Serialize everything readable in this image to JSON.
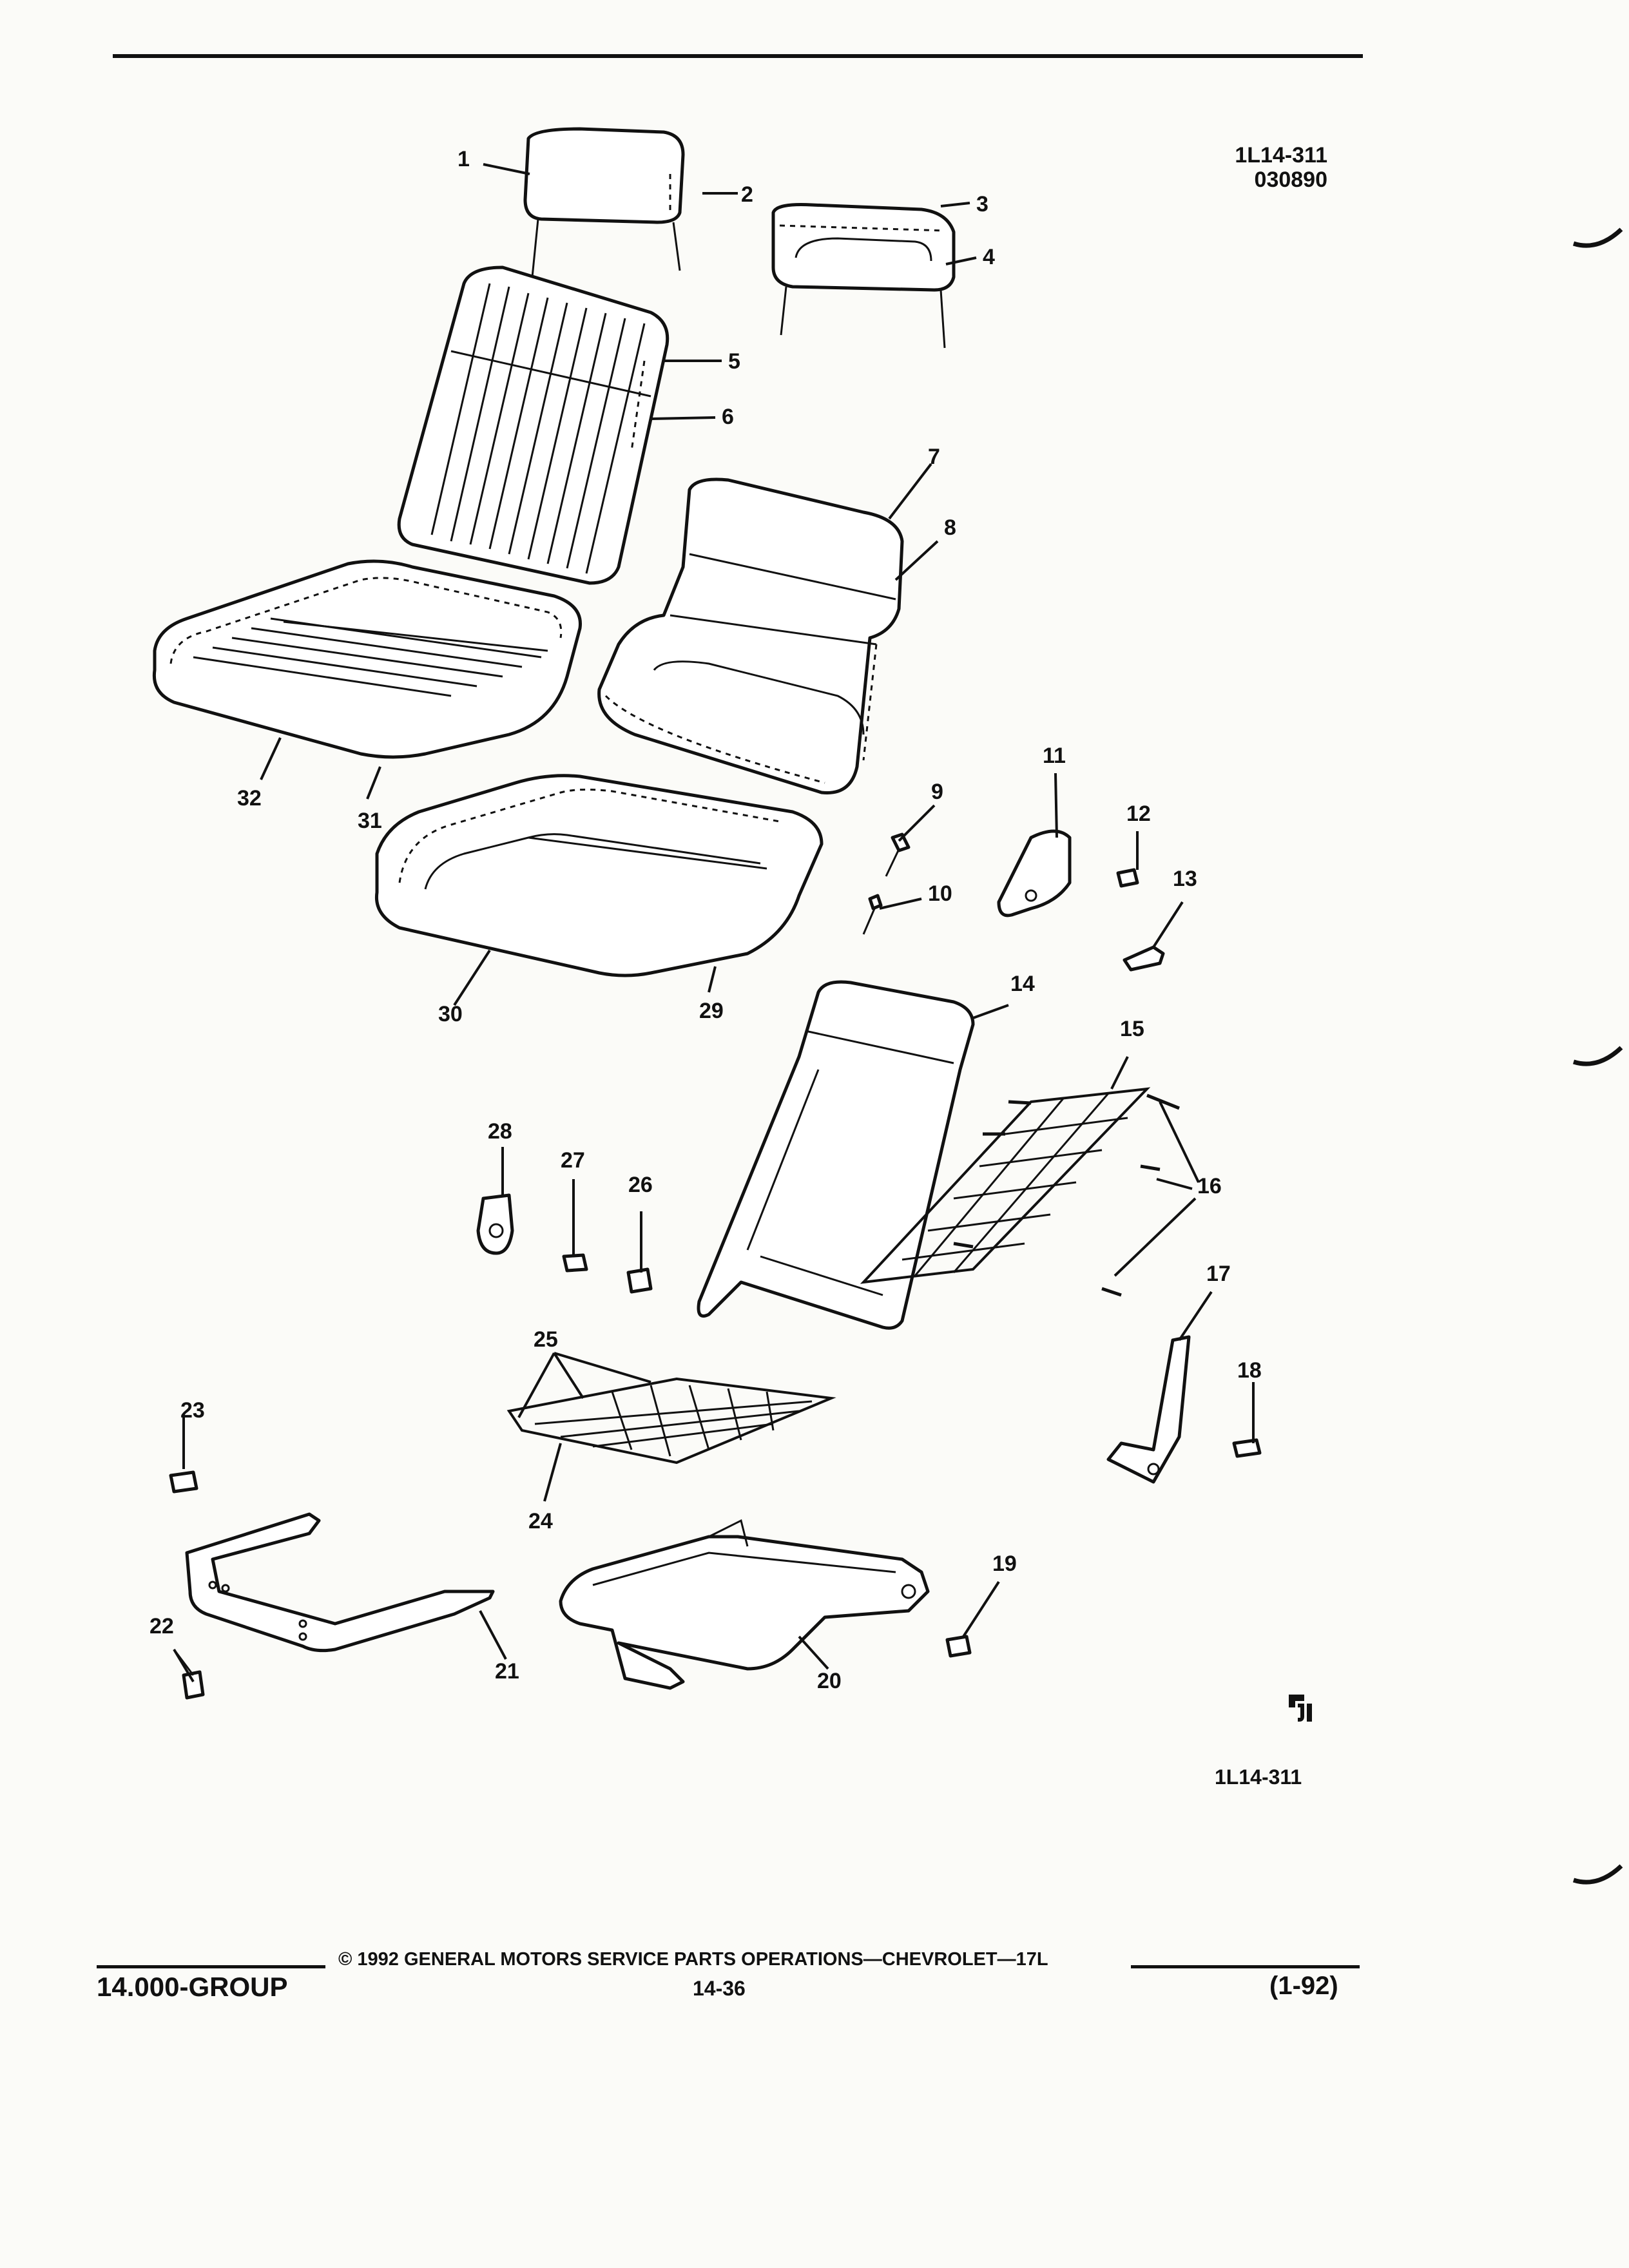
{
  "header": {
    "illustration_code": "1L14-311",
    "date_code": "030890"
  },
  "diagram": {
    "callouts": [
      "1",
      "2",
      "3",
      "4",
      "5",
      "6",
      "7",
      "8",
      "9",
      "10",
      "11",
      "12",
      "13",
      "14",
      "15",
      "16",
      "17",
      "18",
      "19",
      "20",
      "21",
      "22",
      "23",
      "24",
      "25",
      "26",
      "27",
      "28",
      "29",
      "30",
      "31",
      "32"
    ],
    "logo": "GM service parts logo",
    "figure_id": "1L14-311"
  },
  "footer": {
    "group": "14.000-GROUP",
    "copyright": "© 1992 GENERAL MOTORS SERVICE PARTS OPERATIONS—CHEVROLET—17L",
    "page": "14-36",
    "revision": "(1-92)"
  }
}
